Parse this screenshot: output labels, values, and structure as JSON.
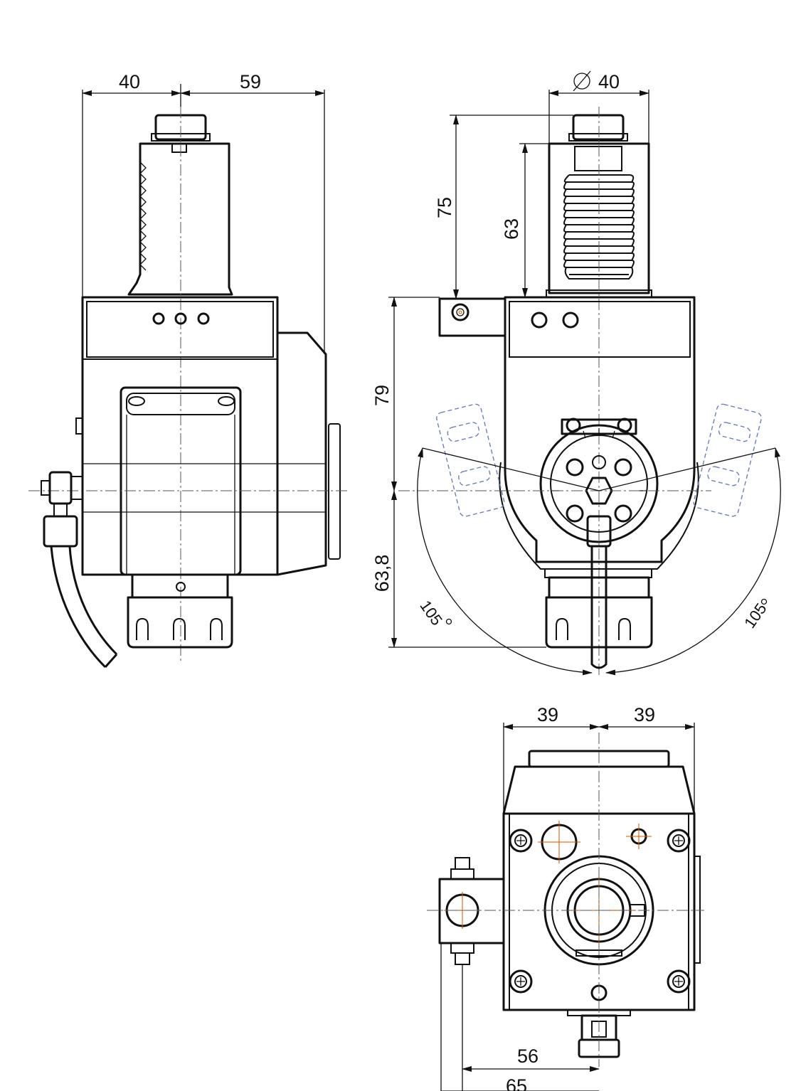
{
  "dimensions": {
    "side_left_width": "40",
    "side_right_width": "59",
    "front_diameter": "40",
    "front_height_total": "75",
    "front_height_shank": "63",
    "front_height_body": "79",
    "front_height_lower": "63,8",
    "swivel_angle_left": "105",
    "swivel_angle_right": "105",
    "bottom_half_left": "39",
    "bottom_half_right": "39",
    "bottom_offset_inner": "56",
    "bottom_offset_outer": "65"
  },
  "symbols": {
    "diameter": "diameter-symbol",
    "degree": "degree-symbol"
  },
  "colors": {
    "line": "#111111",
    "center_line": "#555555",
    "hole_center": "#d35400",
    "swivel_ghost": "#6f7fb8"
  }
}
